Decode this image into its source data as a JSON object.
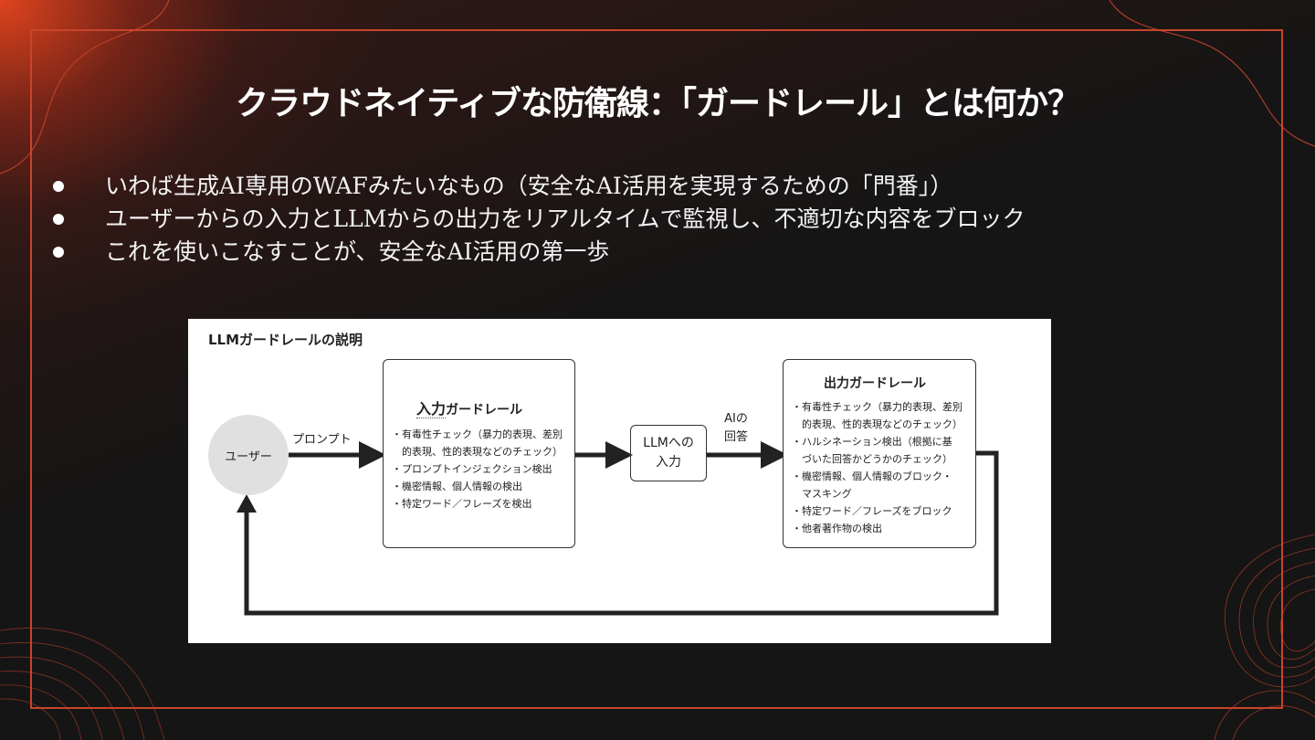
{
  "slide": {
    "title": "クラウドネイティブな防衛線：「ガードレール」とは何か？",
    "bullets": [
      "いわば生成AI専用のWAFみたいなもの（安全なAI活用を実現するための「門番」）",
      "ユーザーからの入力とLLMからの出力をリアルタイムで監視し、不適切な内容をブロック",
      "これを使いこなすことが、安全なAI活用の第一歩"
    ],
    "accent_color": "#c8442a"
  },
  "diagram": {
    "title": "LLMガードレールの説明",
    "user_label": "ユーザー",
    "prompt_label": "プロンプト",
    "llm_box_label": "LLMへの\n入力",
    "ai_answer_label": "AIの\n回答",
    "input_guard": {
      "title_main": "入力",
      "title_rest": "ガードレール",
      "items": [
        "・有毒性チェック（暴力的表現、差別",
        "　的表現、性的表現などのチェック）",
        "・プロンプトインジェクション検出",
        "・機密情報、個人情報の検出",
        "・特定ワード／フレーズを検出"
      ]
    },
    "output_guard": {
      "title": "出力ガードレール",
      "items": [
        "・有毒性チェック（暴力的表現、差別",
        "　的表現、性的表現などのチェック）",
        "・ハルシネーション検出（根拠に基",
        "　づいた回答かどうかのチェック）",
        "・機密情報、個人情報のブロック・",
        "　マスキング",
        "・特定ワード／フレーズをブロック",
        "・他者著作物の検出"
      ]
    }
  }
}
